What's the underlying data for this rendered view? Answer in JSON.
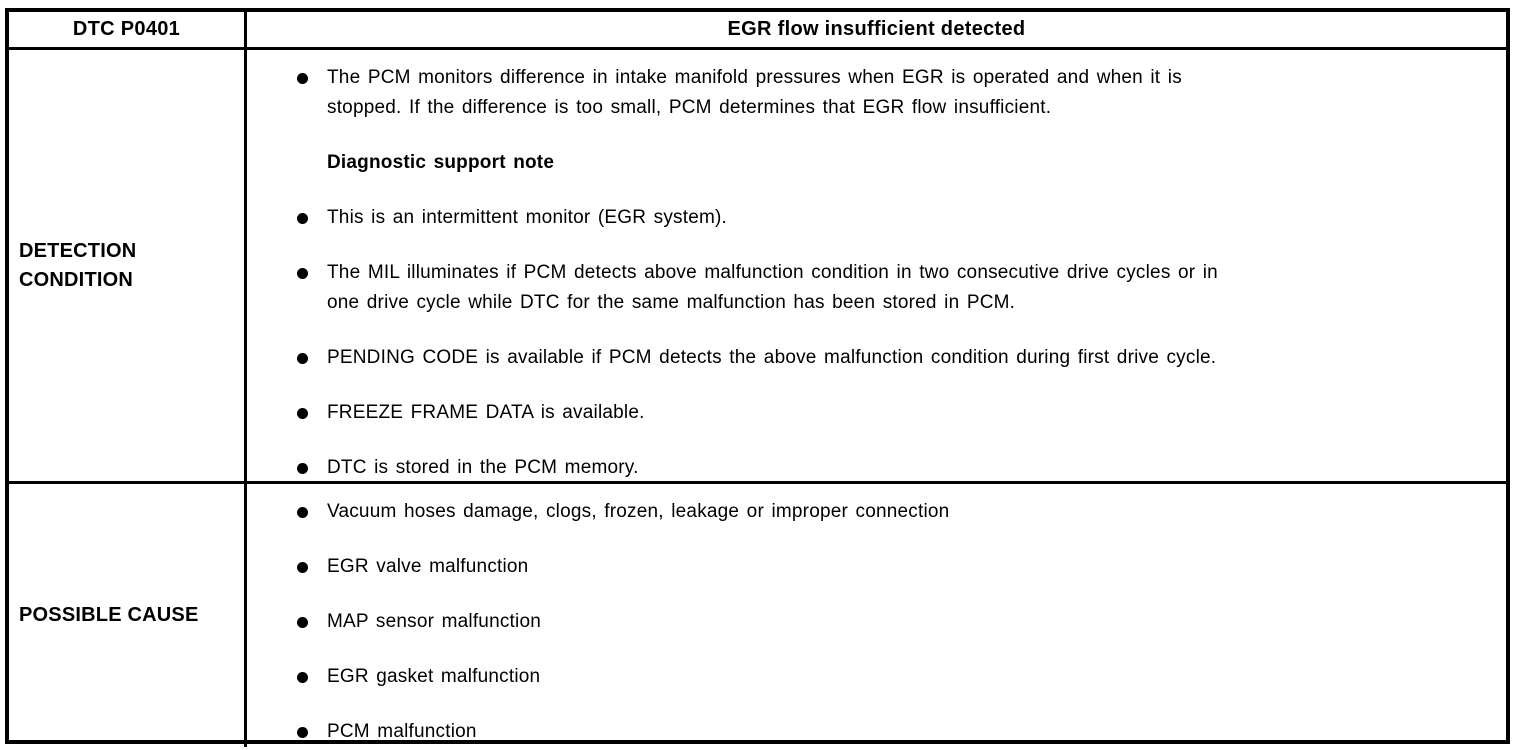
{
  "colors": {
    "border": "#000000",
    "text": "#000000",
    "background": "#ffffff"
  },
  "table": {
    "header": {
      "dtc_code": "DTC P0401",
      "title": "EGR flow insufficient detected"
    },
    "rows": [
      {
        "label": "DETECTION\nCONDITION",
        "items": [
          {
            "type": "bullet",
            "text": "The PCM monitors difference in intake manifold pressures when EGR is operated and when it is\nstopped. If the difference is too small, PCM determines that EGR flow insufficient."
          },
          {
            "type": "subheading",
            "text": "Diagnostic support note"
          },
          {
            "type": "bullet",
            "text": "This is an intermittent monitor (EGR system)."
          },
          {
            "type": "bullet",
            "text": "The MIL illuminates if PCM detects above malfunction condition in two consecutive drive cycles or in\none drive cycle while DTC for the same malfunction has been stored in PCM."
          },
          {
            "type": "bullet",
            "text": "PENDING CODE is available if PCM detects the above malfunction condition during first drive cycle."
          },
          {
            "type": "bullet",
            "text": "FREEZE FRAME DATA is available."
          },
          {
            "type": "bullet",
            "text": "DTC is stored in the PCM memory."
          }
        ]
      },
      {
        "label": "POSSIBLE CAUSE",
        "items": [
          {
            "type": "bullet",
            "text": "Vacuum hoses damage, clogs, frozen, leakage or improper connection"
          },
          {
            "type": "bullet",
            "text": "EGR valve malfunction"
          },
          {
            "type": "bullet",
            "text": "MAP sensor malfunction"
          },
          {
            "type": "bullet",
            "text": "EGR gasket malfunction"
          },
          {
            "type": "bullet",
            "text": "PCM malfunction"
          }
        ]
      }
    ]
  }
}
